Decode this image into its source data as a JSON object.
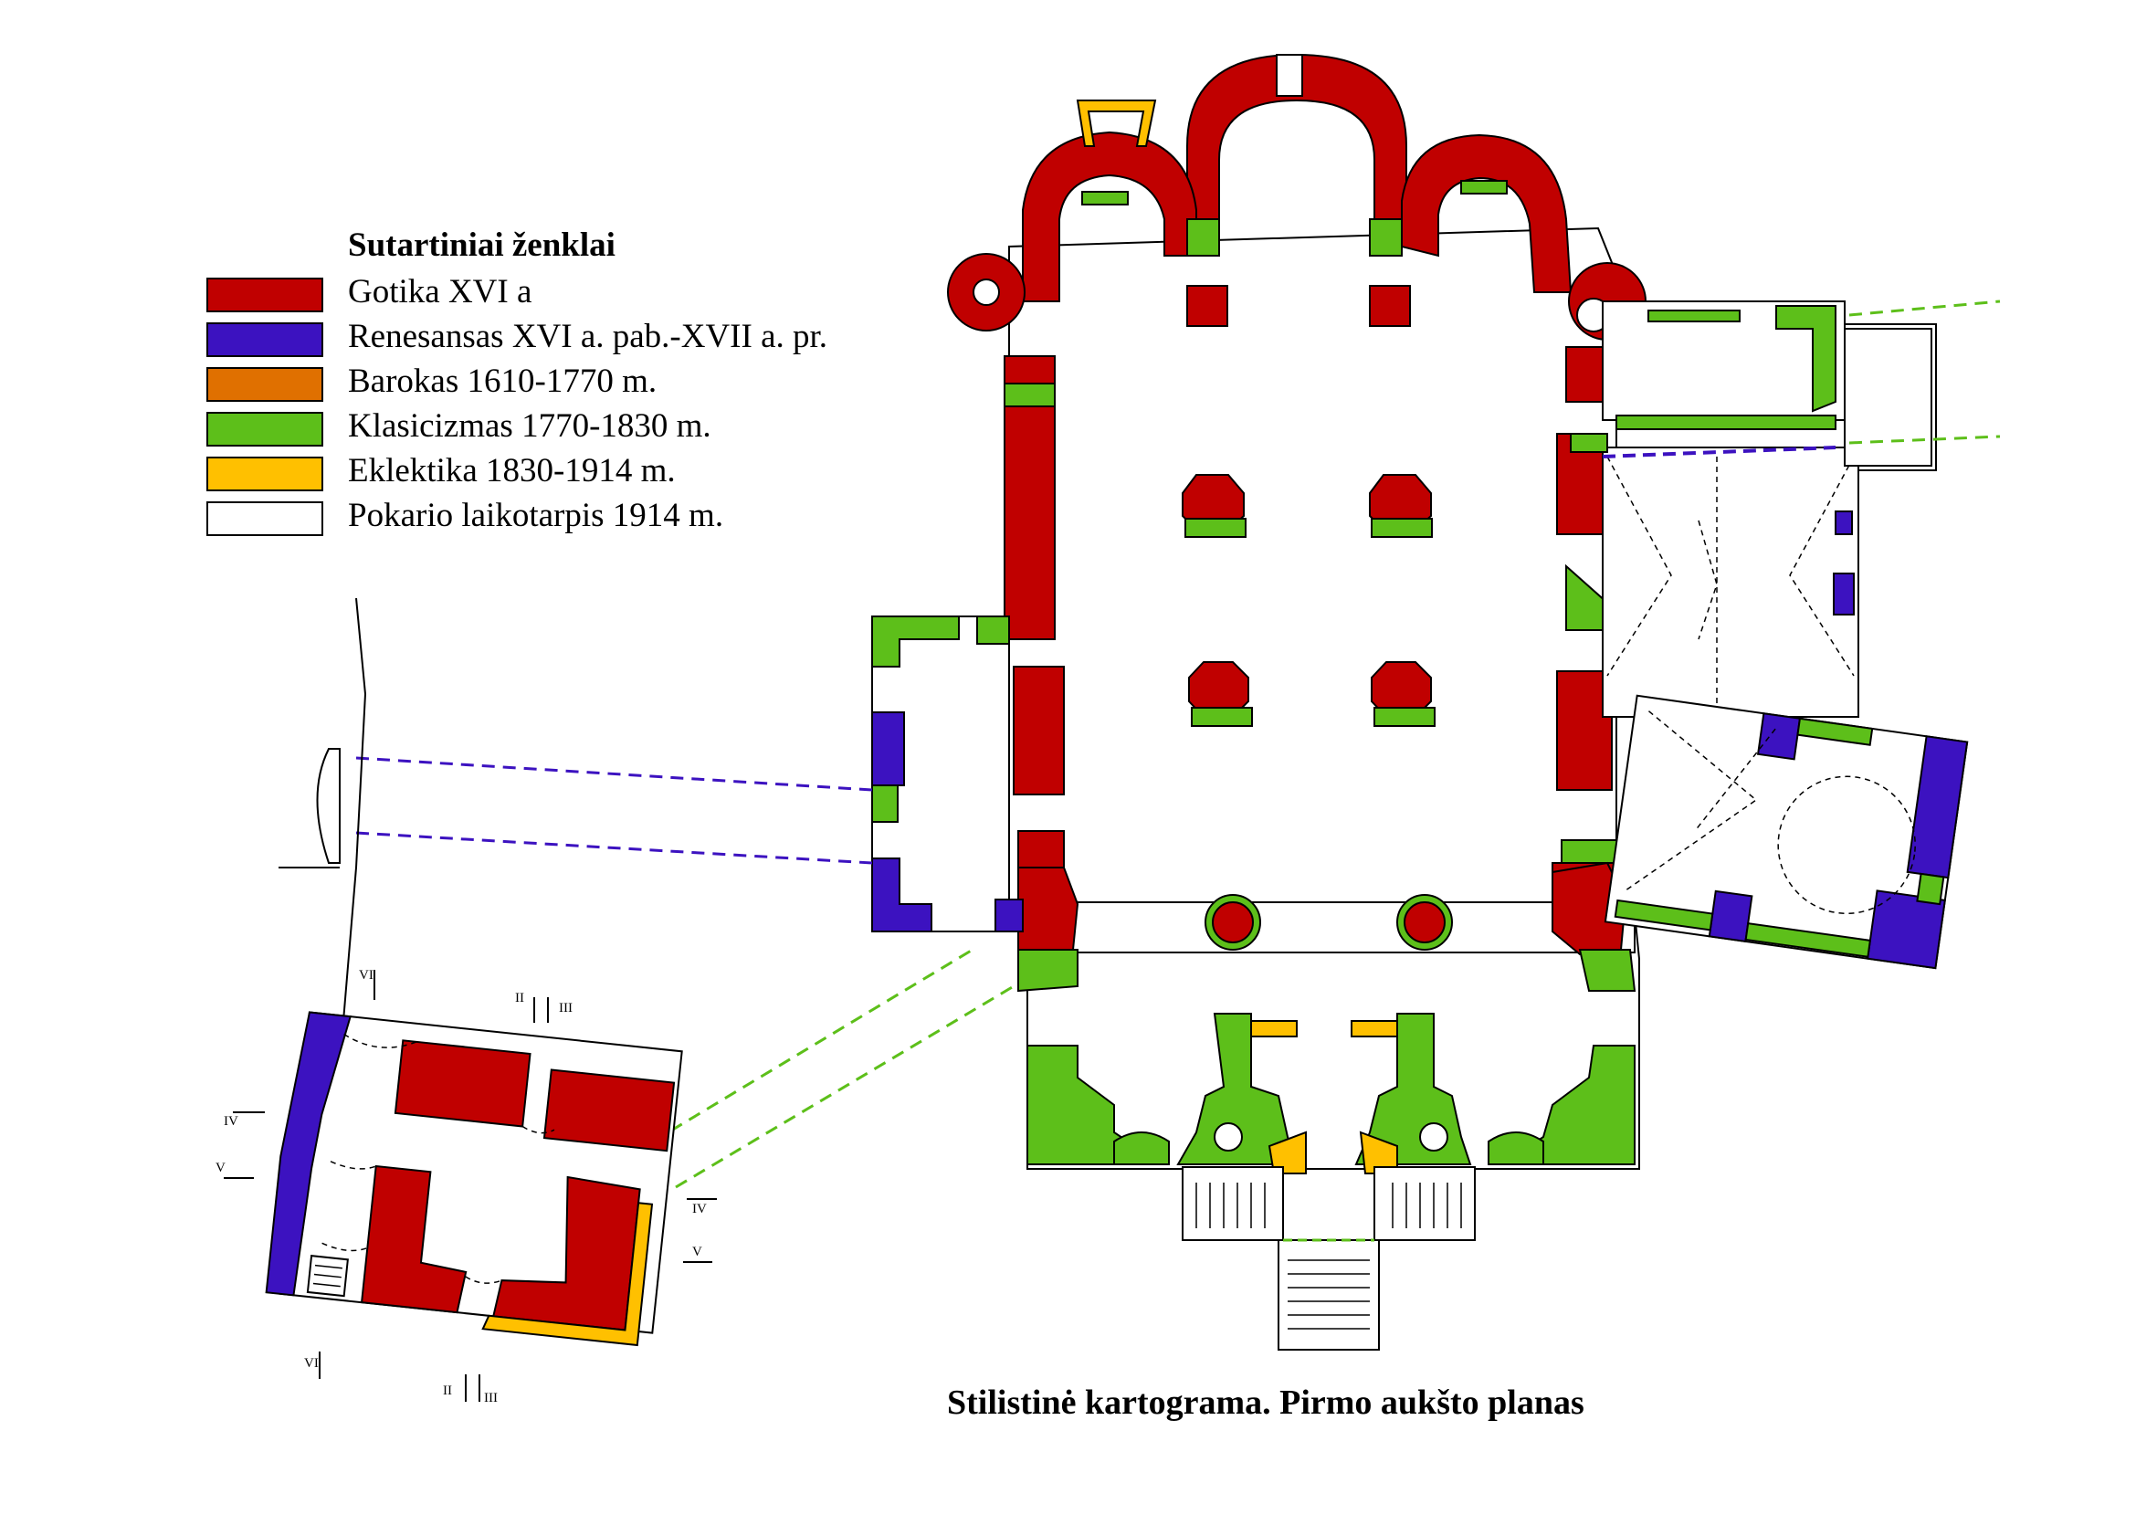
{
  "legend": {
    "title": "Sutartiniai ženklai",
    "items": [
      {
        "label": "Gotika  XVI a",
        "color": "#c00000"
      },
      {
        "label": "Renesansas XVI a. pab.-XVII a. pr.",
        "color": "#3c12c0"
      },
      {
        "label": "Barokas 1610-1770 m.",
        "color": "#e07000"
      },
      {
        "label": "Klasicizmas 1770-1830 m.",
        "color": "#5dbf1a"
      },
      {
        "label": "Eklektika 1830-1914 m.",
        "color": "#ffc000"
      },
      {
        "label": "Pokario laikotarpis 1914 m.",
        "color": "#ffffff"
      }
    ]
  },
  "caption": "Stilistinė kartograma. Pirmo aukšto planas",
  "section_marks": {
    "ii": "II",
    "iii": "III",
    "iv": "IV",
    "v": "V",
    "vi": "VI"
  }
}
